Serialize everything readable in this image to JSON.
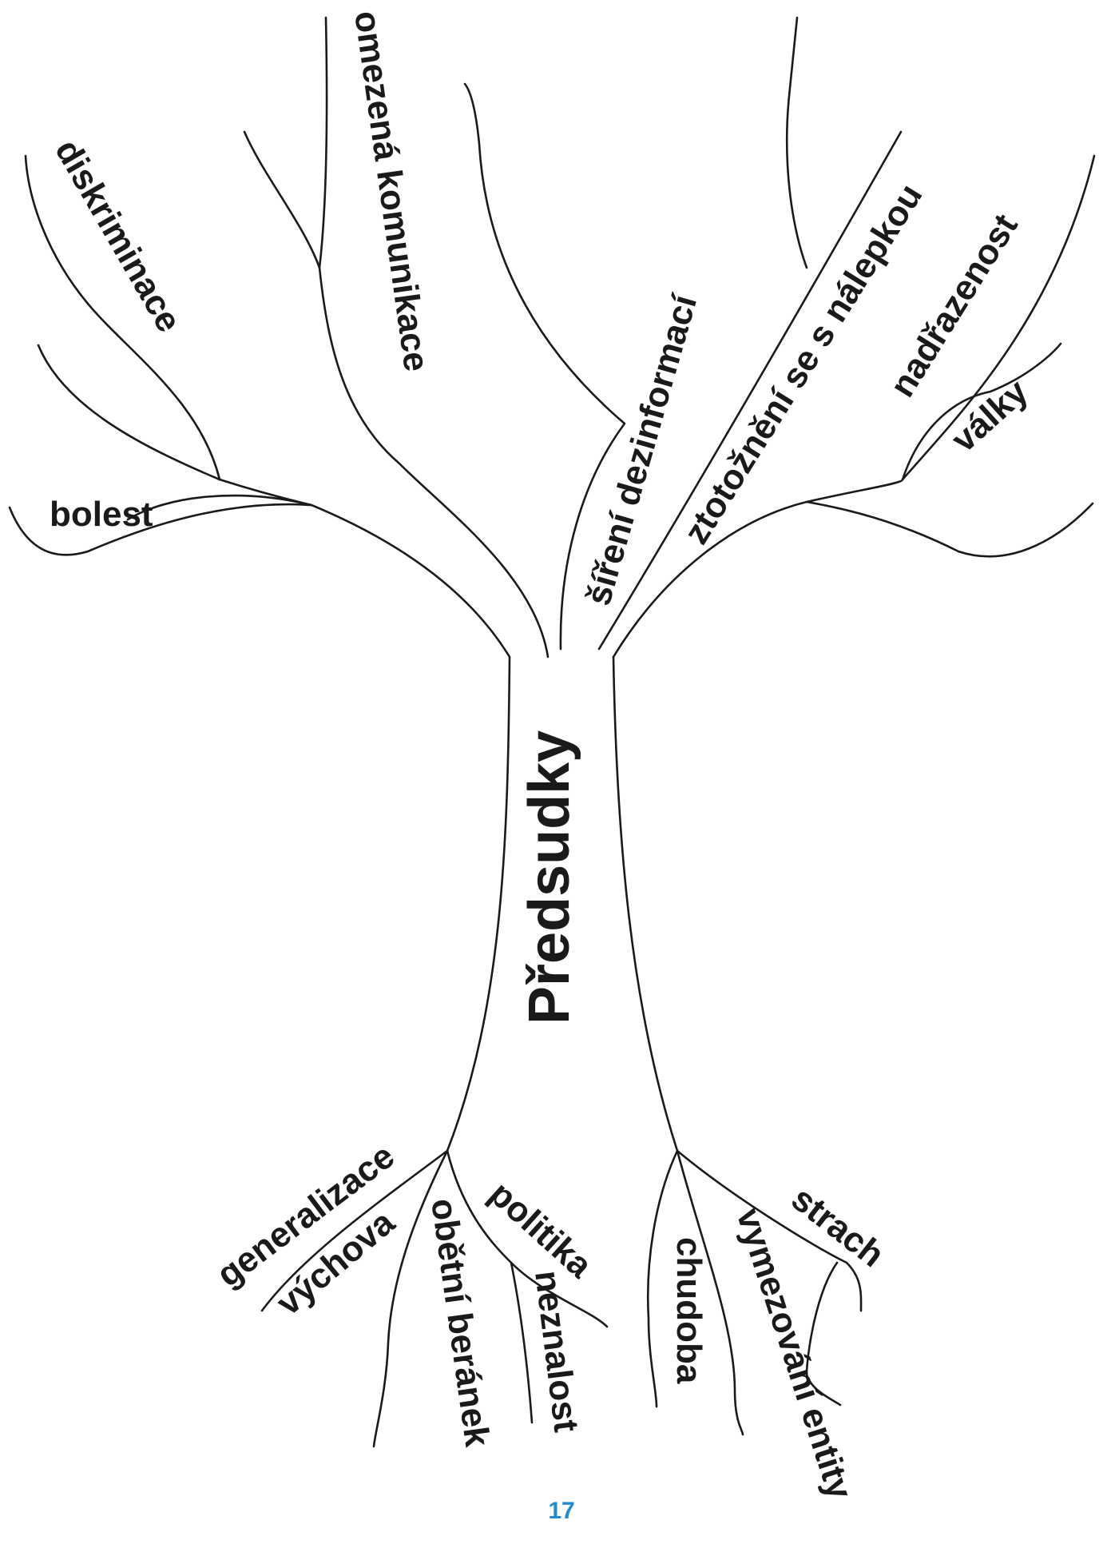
{
  "title": "Předsudky",
  "branches": {
    "diskriminace": "diskriminace",
    "omezena_komunikace": "omezená komunikace",
    "bolest": "bolest",
    "sireni_dezinformaci": "šíření dezinformací",
    "ztotozneni": "ztotožnění se s nálepkou",
    "nadrazenost": "nadřazenost",
    "valky": "války"
  },
  "roots": {
    "generalizace": "generalizace",
    "vychova": "výchova",
    "obetni_beranek": "obětní beránek",
    "politika": "politika",
    "neznalost": "neznalost",
    "chudoba": "chudoba",
    "vymezovani_entity": "vymezování entity",
    "strach": "strach"
  },
  "page_number": "17",
  "colors": {
    "ink": "#1a1a1a",
    "page_number": "#1f8ccf"
  }
}
